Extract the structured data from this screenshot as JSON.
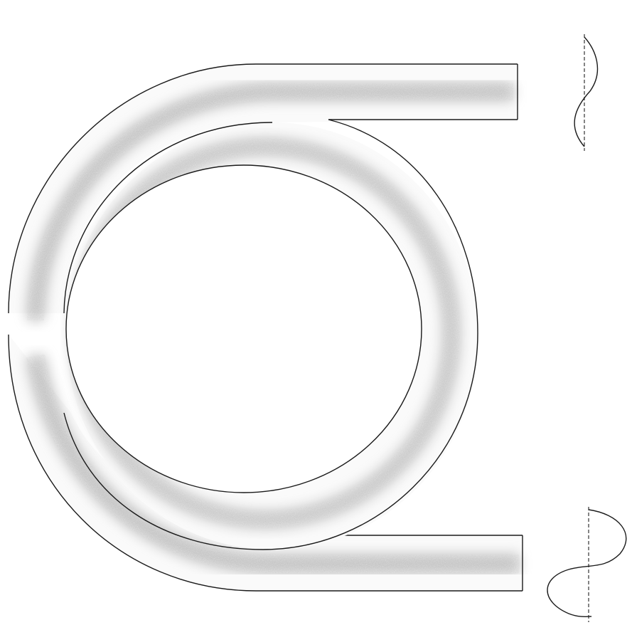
{
  "figure": {
    "outline_color": "#1a1a1a",
    "tube_fill": "#fafafa",
    "core_shading": "#8a8a8a",
    "profile_axis_color": "#333333",
    "elements": [
      "loop-fiber-top-segment",
      "loop-fiber-bottom-segment",
      "mode-profile-input",
      "mode-profile-output"
    ]
  }
}
